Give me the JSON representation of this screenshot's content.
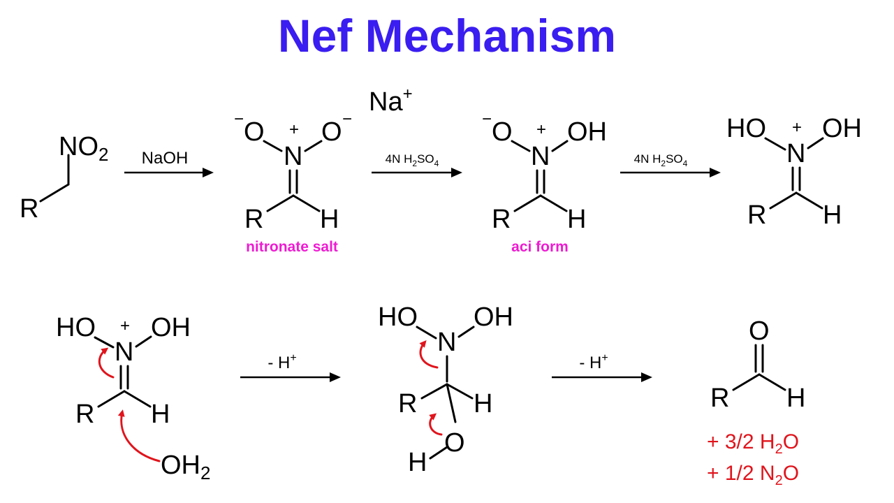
{
  "title": "Nef Mechanism",
  "colors": {
    "title": "#3a1df0",
    "label": "#ee1bd2",
    "curly_arrow": "#e0141c",
    "byproduct": "#e0141c",
    "ink": "#000000"
  },
  "atoms": {
    "R": "R",
    "H": "H",
    "N": "N",
    "O": "O",
    "NO": "NO",
    "HO": "HO",
    "OH": "OH",
    "Na": "Na",
    "sub2": "2",
    "plus": "+",
    "minus": "−",
    "double_bond": "="
  },
  "reagents": {
    "step1": "NaOH",
    "step2": {
      "prefix": "4N H",
      "sub1": "2",
      "mid": "SO",
      "sub2": "4"
    },
    "step3": {
      "prefix": "4N H",
      "sub1": "2",
      "mid": "SO",
      "sub2": "4"
    },
    "step4": {
      "text": "- H",
      "sup": "+"
    },
    "step5": {
      "text": "- H",
      "sup": "+"
    }
  },
  "labels": {
    "nitronate": "nitronate salt",
    "aci": "aci form"
  },
  "byproducts": [
    {
      "prefix": "+ 3/2 H",
      "sub": "2",
      "suffix": "O"
    },
    {
      "prefix": "+ 1/2 N",
      "sub": "2",
      "suffix": "O"
    }
  ]
}
